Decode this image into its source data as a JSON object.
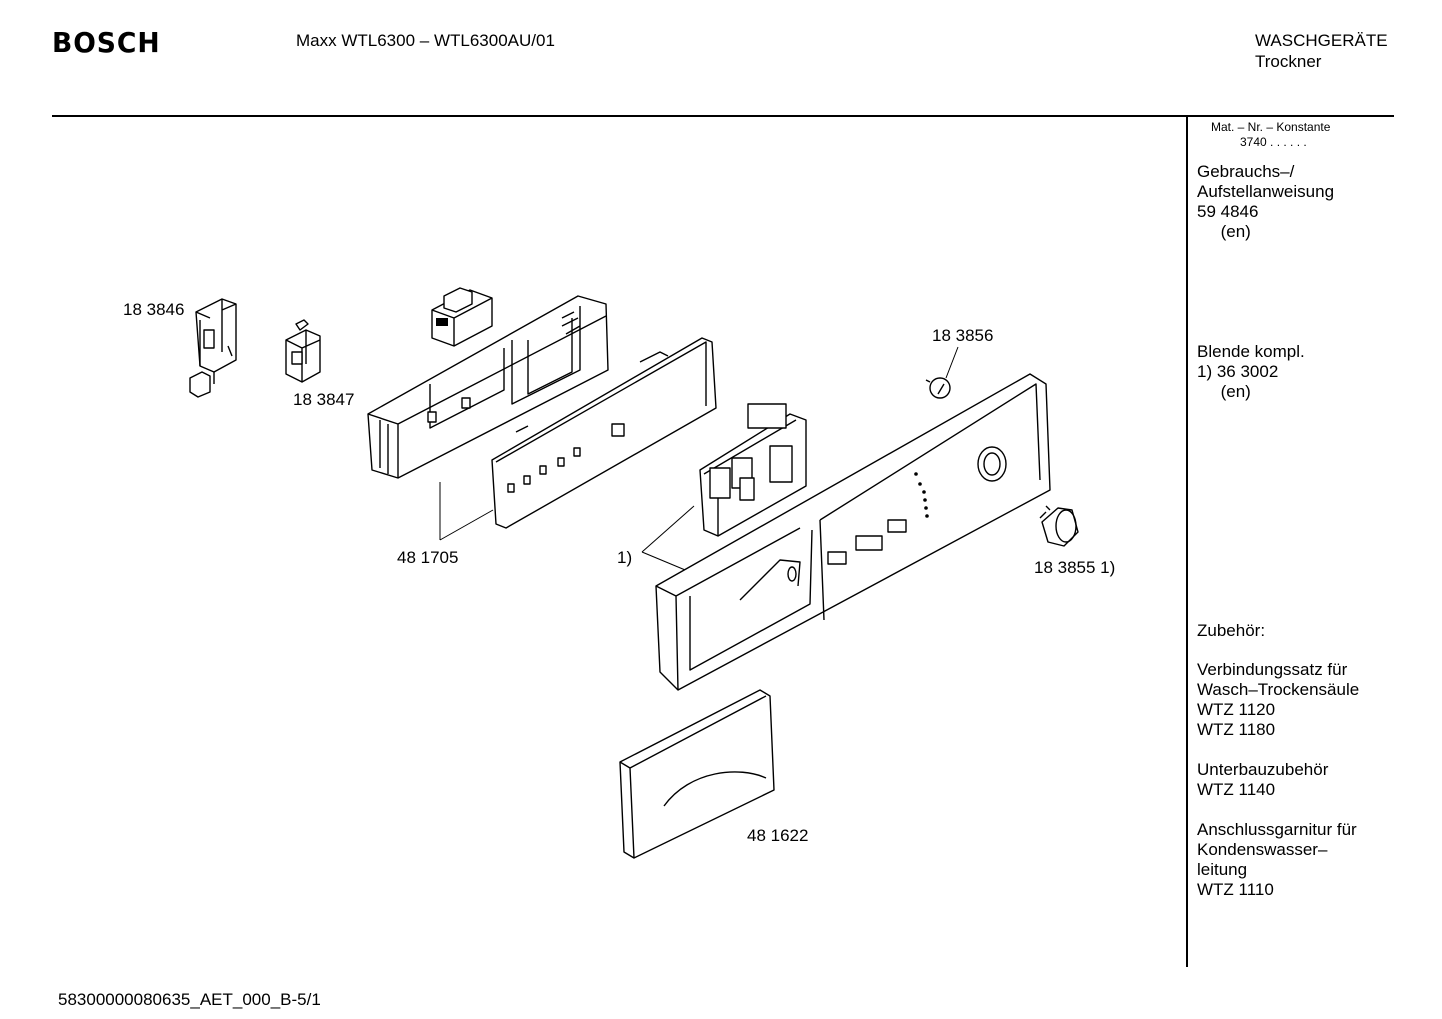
{
  "header": {
    "brand": "BOSCH",
    "model": "Maxx WTL6300 –  WTL6300AU/01",
    "category_line1": "WASCHGERÄTE",
    "category_line2": "Trockner"
  },
  "sidebar": {
    "mat_label": "Mat. – Nr. – Konstante",
    "mat_value": "3740  .  .   .  .  .  .",
    "manual": [
      "Gebrauchs–/",
      "Aufstellanweisung",
      "59 4846",
      "     (en)"
    ],
    "panel": [
      "Blende kompl.",
      "1) 36 3002",
      "     (en)"
    ],
    "accessories_title": "Zubehör:",
    "acc1": [
      "Verbindungssatz für",
      "Wasch–Trockensäule",
      "WTZ 1120",
      "WTZ 1180"
    ],
    "acc2": [
      "Unterbauzubehör",
      "WTZ 1140"
    ],
    "acc3": [
      "Anschlussgarnitur für",
      "Kondenswasser–",
      "leitung",
      "WTZ 1110"
    ]
  },
  "parts": {
    "p183846": "18 3846",
    "p183847": "18 3847",
    "p481705": "48 1705",
    "p183856": "18 3856",
    "p1": "1)",
    "p183855": "18 3855 1)",
    "p481622": "48 1622"
  },
  "footer": "58300000080635_AET_000_B-5/1"
}
